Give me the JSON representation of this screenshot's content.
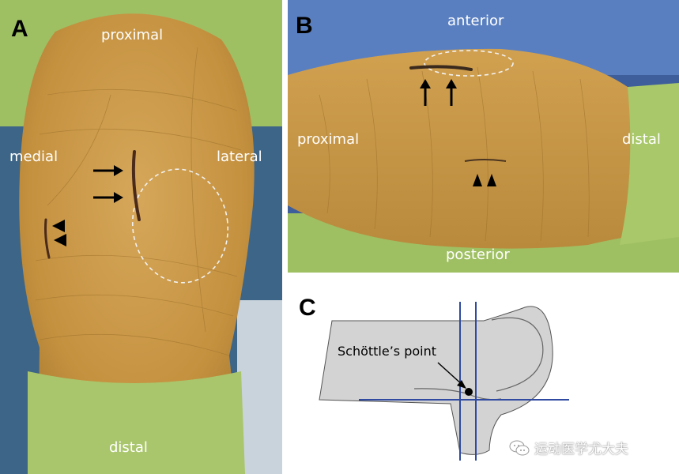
{
  "panels": {
    "a": {
      "letter": "A",
      "labels": {
        "proximal": "proximal",
        "medial": "medial",
        "lateral": "lateral",
        "distal": "distal"
      }
    },
    "b": {
      "letter": "B",
      "labels": {
        "anterior": "anterior",
        "proximal": "proximal",
        "distal": "distal",
        "posterior": "posterior"
      }
    },
    "c": {
      "letter": "C",
      "point_label": "Schöttle’s point"
    }
  },
  "watermark": {
    "text": "运动医学尤大夫",
    "icon": "wechat-icon"
  },
  "colors": {
    "skin": "#c9974a",
    "drape_green": "#a8c86a",
    "drape_blue": "#3f6a92",
    "femur_fill": "#d3d3d3",
    "guide_line": "#2f4aa0"
  }
}
